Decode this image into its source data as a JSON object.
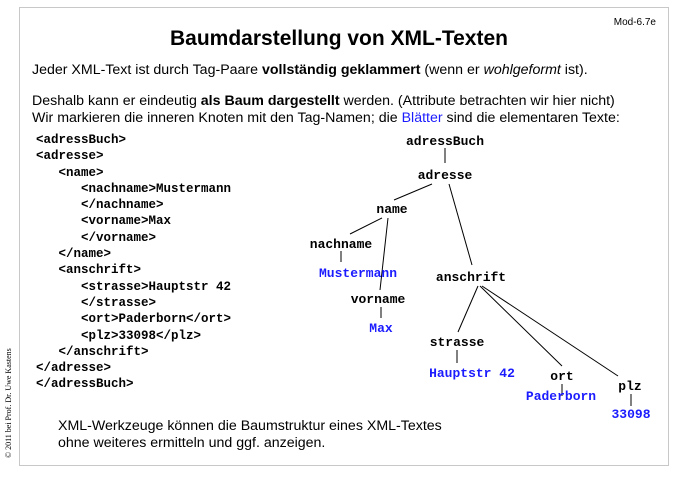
{
  "slide_id": "Mod-6.7e",
  "title": "Baumdarstellung von XML-Texten",
  "p1": {
    "a": "Jeder XML-Text ist durch Tag-Paare ",
    "b": "vollständig geklammert",
    "c": " (wenn er ",
    "d": "wohlgeformt",
    "e": " ist)."
  },
  "p2": {
    "a": "Deshalb kann er eindeutig ",
    "b": "als Baum dargestellt",
    "c": " werden. (Attribute betrachten wir hier nicht)"
  },
  "p3": {
    "a": "Wir markieren die inneren Knoten mit den Tag-Namen; die ",
    "b": "Blätter",
    "c": " sind die elementaren Texte:"
  },
  "code_lines": [
    "<adressBuch>",
    "<adresse>",
    "   <name>",
    "      <nachname>Mustermann",
    "      </nachname>",
    "      <vorname>Max",
    "      </vorname>",
    "   </name>",
    "   <anschrift>",
    "      <strasse>Hauptstr 42",
    "      </strasse>",
    "      <ort>Paderborn</ort>",
    "      <plz>33098</plz>",
    "   </anschrift>",
    "</adresse>",
    "</adressBuch>"
  ],
  "tree": {
    "adressBuch": "adressBuch",
    "adresse": "adresse",
    "name": "name",
    "nachname": "nachname",
    "mustermann": "Mustermann",
    "vorname": "vorname",
    "max": "Max",
    "anschrift": "anschrift",
    "strasse": "strasse",
    "hauptstr": "Hauptstr 42",
    "ort": "ort",
    "paderborn": "Paderborn",
    "plz": "plz",
    "plz_value": "33098"
  },
  "footer": {
    "line1": "XML-Werkzeuge können die Baumstruktur eines XML-Textes",
    "line2": "ohne weiteres ermitteln und ggf. anzeigen."
  },
  "copyright": "© 2011 bei Prof. Dr. Uwe Kastens"
}
